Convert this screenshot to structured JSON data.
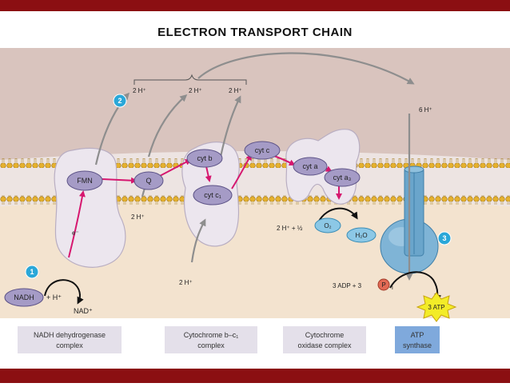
{
  "title": "ELECTRON TRANSPORT CHAIN",
  "colors": {
    "frame": "#8b0f12",
    "cytoplasm": "#d9c4be",
    "matrix": "#f3e3cf",
    "protein": "#ece6ee",
    "membrane_head": "#e6b12e",
    "carrier": "#a59bc6",
    "arrow_electron": "#d6176f",
    "arrow_proton": "#8e8e8e",
    "step_badge": "#2aa7d8",
    "atp_synthase": "#5f9fc6",
    "atp_star": "#f3ec28",
    "caption_box": "#e4e0ea",
    "caption_box_atp": "#7fa9dc"
  },
  "proton_labels": {
    "top_1": "2 H⁺",
    "top_2": "2 H⁺",
    "top_3": "2 H⁺",
    "six": "6 H⁺",
    "under_q": "2 H⁺",
    "under_cyt": "2 H⁺",
    "oxygen_eq": "2 H⁺ + ½"
  },
  "carriers": {
    "fmn": "FMN",
    "q": "Q",
    "cyt_b": "cyt b",
    "cyt_c1": "cyt c₁",
    "cyt_c": "cyt c",
    "cyt_a": "cyt a",
    "cyt_a3": "cyt a₃"
  },
  "molecules": {
    "o2": "O₂",
    "h2o": "H₂O",
    "nadh": "NADH",
    "plus_h": "+ H⁺",
    "nad": "NAD⁺",
    "electron": "e⁻",
    "adp_eq": "3 ADP + 3",
    "pi": "P",
    "pi_sub": "i",
    "atp": "3 ATP"
  },
  "steps": [
    "1",
    "2",
    "3"
  ],
  "captions": {
    "nadh_complex_1": "NADH dehydrogenase",
    "nadh_complex_2": "complex",
    "bc1_complex_1": "Cytochrome b–c₁",
    "bc1_complex_2": "complex",
    "oxidase_1": "Cytochrome",
    "oxidase_2": "oxidase complex",
    "atp_synthase_1": "ATP",
    "atp_synthase_2": "synthase"
  }
}
